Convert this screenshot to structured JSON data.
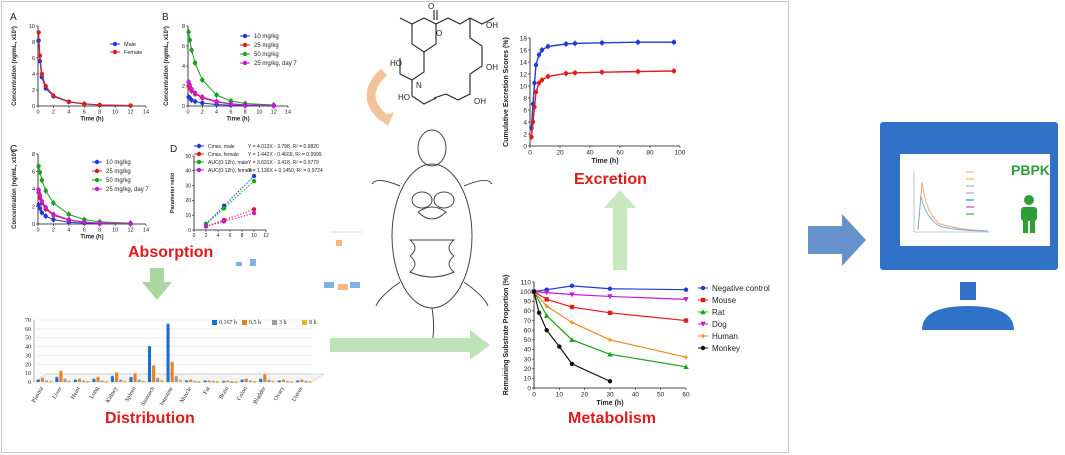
{
  "labels": {
    "absorption": "Absorption",
    "distribution": "Distribution",
    "excretion": "Excretion",
    "metabolism": "Metabolism",
    "pbpk": "PBPK"
  },
  "colors": {
    "section_label": "#e11b1b",
    "pbpk_label": "#2e9e36",
    "arrow_green": "#a8d8a0",
    "arrow_blue": "#4a7fc1",
    "monitor_blue": "#2f72c7"
  },
  "icons": [
    "molecule-structure",
    "mouse-illustration",
    "curved-arrow",
    "computer-monitor",
    "person-icon"
  ],
  "chart_data": [
    {
      "id": "A",
      "type": "line",
      "panel_label": "A",
      "ylabel": "Concentration (ng/mL, x10³)",
      "xlabel": "Time (h)",
      "xlim": [
        0,
        14
      ],
      "xticks": [
        "0",
        "2",
        "4",
        "6",
        "8",
        "10",
        "12",
        "14"
      ],
      "ylim": [
        0,
        10
      ],
      "yticks": [
        "0",
        "2",
        "4",
        "6",
        "8",
        "10"
      ],
      "series": [
        {
          "name": "Male",
          "color": "#1f3ad6",
          "x": [
            0.083,
            0.25,
            0.5,
            1,
            2,
            4,
            6,
            8,
            12
          ],
          "y": [
            8.2,
            5.6,
            3.6,
            2.2,
            1.2,
            0.5,
            0.25,
            0.12,
            0.05
          ]
        },
        {
          "name": "Female",
          "color": "#e01b1b",
          "x": [
            0.083,
            0.25,
            0.5,
            1,
            2,
            4,
            6,
            8,
            12
          ],
          "y": [
            9.2,
            6.3,
            4.0,
            2.5,
            1.3,
            0.55,
            0.28,
            0.14,
            0.06
          ]
        }
      ]
    },
    {
      "id": "B",
      "type": "line",
      "panel_label": "B",
      "ylabel": "Concentration (ng/mL, x10³)",
      "xlabel": "Time (h)",
      "xlim": [
        0,
        14
      ],
      "xticks": [
        "0",
        "2",
        "4",
        "6",
        "8",
        "10",
        "12",
        "14"
      ],
      "ylim": [
        0,
        8
      ],
      "yticks": [
        "0",
        "2",
        "4",
        "6",
        "8"
      ],
      "series": [
        {
          "name": "10 mg/kg",
          "color": "#1f3ad6",
          "x": [
            0.083,
            0.25,
            0.5,
            1,
            2,
            4,
            6,
            8,
            12
          ],
          "y": [
            0.9,
            0.8,
            0.6,
            0.45,
            0.3,
            0.15,
            0.08,
            0.04,
            0.02
          ]
        },
        {
          "name": "25 mg/kg",
          "color": "#e01b1b",
          "x": [
            0.083,
            0.25,
            0.5,
            1,
            2,
            4,
            6,
            8,
            12
          ],
          "y": [
            2.0,
            1.8,
            1.5,
            1.2,
            0.8,
            0.4,
            0.2,
            0.1,
            0.05
          ]
        },
        {
          "name": "50 mg/kg",
          "color": "#17a317",
          "x": [
            0.083,
            0.25,
            0.5,
            1,
            2,
            4,
            6,
            8,
            12
          ],
          "y": [
            7.4,
            6.6,
            5.6,
            4.3,
            2.6,
            1.1,
            0.5,
            0.25,
            0.1
          ]
        },
        {
          "name": "25 mg/kg, day 7",
          "color": "#c21bd6",
          "x": [
            0.083,
            0.25,
            0.5,
            1,
            2,
            4,
            6,
            8,
            12
          ],
          "y": [
            2.4,
            2.1,
            1.7,
            1.3,
            0.9,
            0.45,
            0.22,
            0.11,
            0.05
          ]
        }
      ]
    },
    {
      "id": "C",
      "type": "line",
      "panel_label": "C",
      "ylabel": "Concentration (ng/mL, x10³)",
      "xlabel": "Time (h)",
      "xlim": [
        0,
        14
      ],
      "xticks": [
        "0",
        "2",
        "4",
        "6",
        "8",
        "10",
        "12",
        "14"
      ],
      "ylim": [
        0,
        8
      ],
      "yticks": [
        "0",
        "2",
        "4",
        "6",
        "8"
      ],
      "series": [
        {
          "name": "10 mg/kg",
          "color": "#1f3ad6",
          "x": [
            0.083,
            0.25,
            0.5,
            1,
            2,
            4,
            6,
            8,
            12
          ],
          "y": [
            2.2,
            1.8,
            1.3,
            0.9,
            0.5,
            0.2,
            0.1,
            0.05,
            0.02
          ]
        },
        {
          "name": "25 mg/kg",
          "color": "#e01b1b",
          "x": [
            0.083,
            0.25,
            0.5,
            1,
            2,
            4,
            6,
            8,
            12
          ],
          "y": [
            3.6,
            3.0,
            2.4,
            1.7,
            1.0,
            0.45,
            0.2,
            0.1,
            0.05
          ]
        },
        {
          "name": "50 mg/kg",
          "color": "#17a317",
          "x": [
            0.083,
            0.25,
            0.5,
            1,
            2,
            4,
            6,
            8,
            12
          ],
          "y": [
            6.6,
            5.9,
            5.0,
            3.8,
            2.4,
            1.1,
            0.5,
            0.25,
            0.1
          ]
        },
        {
          "name": "25 mg/kg, day 7",
          "color": "#c21bd6",
          "x": [
            0.083,
            0.25,
            0.5,
            1,
            2,
            4,
            6,
            8,
            12
          ],
          "y": [
            3.9,
            3.3,
            2.6,
            1.9,
            1.1,
            0.5,
            0.22,
            0.11,
            0.05
          ]
        }
      ]
    },
    {
      "id": "D",
      "type": "scatter",
      "panel_label": "D",
      "ylabel": "Parameter ratio",
      "xlabel": "",
      "xlim": [
        0,
        12
      ],
      "xticks": [
        "0",
        "2",
        "4",
        "6",
        "8",
        "10",
        "12"
      ],
      "ylim": [
        0,
        50
      ],
      "yticks": [
        "0",
        "10",
        "20",
        "30",
        "40",
        "50"
      ],
      "series": [
        {
          "name": "Cmax, male",
          "equation": "Y = 4.013X - 3.798, R² = 0.9820",
          "color": "#1f3ad6",
          "x": [
            2,
            5,
            10
          ],
          "y": [
            4.2,
            16.3,
            36.4
          ]
        },
        {
          "name": "Cmax, female",
          "equation": "Y = 1.442X - 0.4669, R² = 0.9999",
          "color": "#e01b1b",
          "x": [
            2,
            5,
            10
          ],
          "y": [
            2.4,
            6.7,
            14.0
          ]
        },
        {
          "name": "AUC(0-12h), male",
          "equation": "Y = 3.631X - 3.418, R² = 0.9779",
          "color": "#17a317",
          "x": [
            2,
            5,
            10
          ],
          "y": [
            3.8,
            14.7,
            33.0
          ]
        },
        {
          "name": "AUC(0-12h), female",
          "equation": "Y = 1.130X + 0.1450, R² = 0.9724",
          "color": "#c21bd6",
          "x": [
            2,
            5,
            10
          ],
          "y": [
            2.4,
            5.8,
            11.4
          ]
        }
      ]
    },
    {
      "id": "distribution",
      "type": "bar",
      "categories": [
        "Plasma",
        "Liver",
        "Heart",
        "Lung",
        "Kidney",
        "Spleen",
        "Stomach",
        "Intestine",
        "Muscle",
        "Fat",
        "Brain",
        "Colon",
        "Bladder",
        "Ovary",
        "Uterus"
      ],
      "ylim": [
        0,
        70
      ],
      "yticks": [
        "0",
        "10",
        "20",
        "30",
        "40",
        "50",
        "60",
        "70"
      ],
      "series": [
        {
          "name": "0.167 h",
          "color": "#1a6ed1",
          "values": [
            2,
            5,
            2,
            3,
            6,
            5,
            40,
            65,
            1,
            1,
            0.5,
            2,
            3,
            1,
            1
          ]
        },
        {
          "name": "0.5 h",
          "color": "#e8801f",
          "values": [
            4,
            12,
            3,
            5,
            10,
            9,
            18,
            22,
            2,
            1,
            1,
            3,
            8,
            2,
            2
          ]
        },
        {
          "name": "3 h",
          "color": "#9a9a9a",
          "values": [
            1,
            3,
            1,
            1,
            2,
            2,
            4,
            6,
            0.5,
            0.5,
            0.2,
            1,
            2,
            0.5,
            0.5
          ]
        },
        {
          "name": "8 h",
          "color": "#e8b420",
          "values": [
            0.5,
            1,
            0.3,
            0.4,
            0.8,
            0.7,
            1.5,
            2,
            0.2,
            0.2,
            0.1,
            0.4,
            0.8,
            0.2,
            0.2
          ]
        }
      ]
    },
    {
      "id": "excretion",
      "type": "line",
      "ylabel": "Cumulative Excretion Scores (%)",
      "xlabel": "Time (h)",
      "xlim": [
        0,
        100
      ],
      "xticks": [
        "0",
        "20",
        "40",
        "60",
        "80",
        "100"
      ],
      "ylim": [
        0,
        18
      ],
      "yticks": [
        "0",
        "2",
        "4",
        "6",
        "8",
        "10",
        "12",
        "14",
        "16",
        "18"
      ],
      "series": [
        {
          "name": "",
          "color": "#1f3ad6",
          "x": [
            1,
            2,
            3,
            4,
            6,
            8,
            12,
            24,
            30,
            48,
            72,
            96
          ],
          "y": [
            3,
            7,
            10.5,
            13.5,
            15.2,
            16.0,
            16.6,
            17.0,
            17.1,
            17.2,
            17.3,
            17.3
          ]
        },
        {
          "name": "",
          "color": "#e01b1b",
          "x": [
            1,
            2,
            3,
            4,
            6,
            8,
            12,
            24,
            30,
            48,
            72,
            96
          ],
          "y": [
            1.5,
            4,
            6.5,
            9,
            10.5,
            11,
            11.6,
            12.1,
            12.2,
            12.3,
            12.4,
            12.5
          ]
        }
      ]
    },
    {
      "id": "metabolism",
      "type": "line",
      "ylabel": "Remaining Substrate Proportion (%)",
      "xlabel": "Time (h)",
      "xlim": [
        0,
        60
      ],
      "xticks": [
        "0",
        "10",
        "20",
        "30",
        "40",
        "50",
        "60"
      ],
      "ylim": [
        0,
        110
      ],
      "yticks": [
        "0",
        "10",
        "20",
        "30",
        "40",
        "50",
        "60",
        "70",
        "80",
        "90",
        "100",
        "110"
      ],
      "legend": "right",
      "series": [
        {
          "name": "Negative control",
          "color": "#1f3ad6",
          "marker": "circle",
          "x": [
            0,
            5,
            15,
            30,
            60
          ],
          "y": [
            100,
            102,
            106,
            103,
            102
          ]
        },
        {
          "name": "Mouse",
          "color": "#e01b1b",
          "marker": "square",
          "x": [
            0,
            5,
            15,
            30,
            60
          ],
          "y": [
            100,
            92,
            84,
            78,
            70
          ]
        },
        {
          "name": "Rat",
          "color": "#17a317",
          "marker": "triangle",
          "x": [
            0,
            5,
            15,
            30,
            60
          ],
          "y": [
            100,
            75,
            50,
            35,
            22
          ]
        },
        {
          "name": "Dog",
          "color": "#c21bd6",
          "marker": "triangle-down",
          "x": [
            0,
            5,
            15,
            30,
            60
          ],
          "y": [
            100,
            99,
            97,
            95,
            92
          ]
        },
        {
          "name": "Human",
          "color": "#f08a1c",
          "marker": "plus",
          "x": [
            0,
            5,
            15,
            30,
            60
          ],
          "y": [
            100,
            85,
            68,
            50,
            32
          ]
        },
        {
          "name": "Monkey",
          "color": "#111111",
          "marker": "circle",
          "x": [
            0,
            2,
            5,
            10,
            15,
            30
          ],
          "y": [
            100,
            78,
            60,
            43,
            25,
            7
          ]
        }
      ]
    }
  ]
}
